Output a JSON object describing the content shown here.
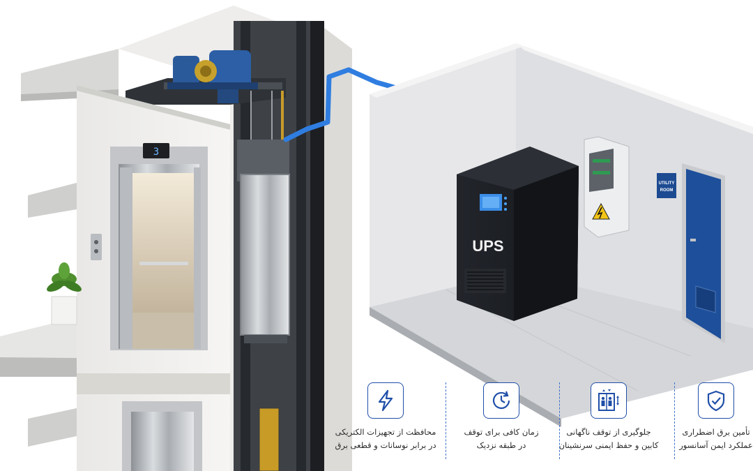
{
  "floor_indicator": "3",
  "ups_label": "UPS",
  "room_sign": {
    "line1": "UTILITY",
    "line2": "ROOM"
  },
  "features": [
    {
      "icon": "shield-check-icon",
      "line1": "تأمین برق اضطراری",
      "line2": "عملکرد ایمن آسانسور"
    },
    {
      "icon": "elevator-icon",
      "line1": "جلوگیری از توقف ناگهانی",
      "line2": "کابین و حفظ ایمنی سرنشینان"
    },
    {
      "icon": "clock-refresh-icon",
      "line1": "زمان کافی برای توقف",
      "line2": "در طبقه نزدیک"
    },
    {
      "icon": "lightning-icon",
      "line1": "محافظت از تجهیزات الکتریکی",
      "line2": "در برابر نوسانات و قطعی برق"
    }
  ],
  "colors": {
    "accent": "#1f4fa8",
    "cable": "#2f7de0",
    "door": "#1e4f9a",
    "ups_body": "#1d1f24"
  }
}
